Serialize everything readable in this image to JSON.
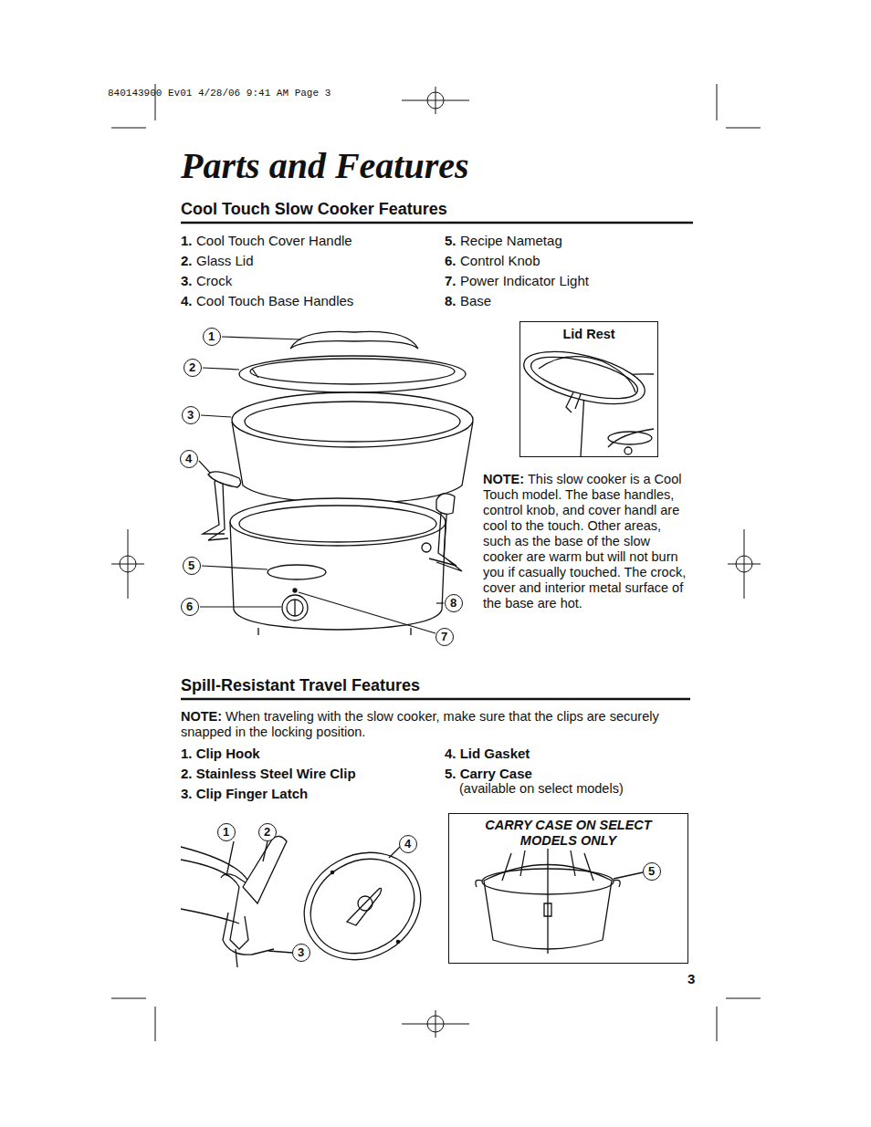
{
  "diagram": {
    "title": "Parts and Features",
    "nodes": [
      {
        "text": [
          "Lid Rest"
        ]
      },
      {
        "text": [
          "CARRY CASE ON SELECT MODELS ONLY"
        ]
      }
    ],
    "labels": [
      "840143900 Ev01 4/28/06 9:41 AM Page 3",
      "Cool Touch Slow Cooker Features",
      "1.",
      "Cool Touch Cover Handle",
      "2.",
      "Glass Lid",
      "3.",
      "Crock",
      "4.",
      "Cool Touch Base Handles",
      "5.",
      "Recipe Nametag",
      "6.",
      "Control Knob",
      "7.",
      "Power Indicator Light",
      "8.",
      "Base",
      "1",
      "2",
      "3",
      "4",
      "5",
      "6",
      "8",
      "7",
      "NOTE:",
      "This slow cooker is a Cool Touch model. The base handles, control knob, and cover handl are cool to the touch. Other areas, such as the base of the slow cooker are warm but will not burn you if casually touched. The crock, cover and interior metal surface of the base are hot.",
      "Spill-Resistant Travel Features",
      "NOTE:",
      "When traveling with the slow cooker, make sure that the clips are securely snapped in the locking position.",
      "1. Clip Hook",
      "2. Stainless Steel Wire Clip",
      "3. Clip Finger Latch",
      "4. Lid Gasket",
      "5. Carry Case",
      "(available on select models)",
      "1",
      "2",
      "3",
      "4",
      "5",
      "3"
    ]
  }
}
